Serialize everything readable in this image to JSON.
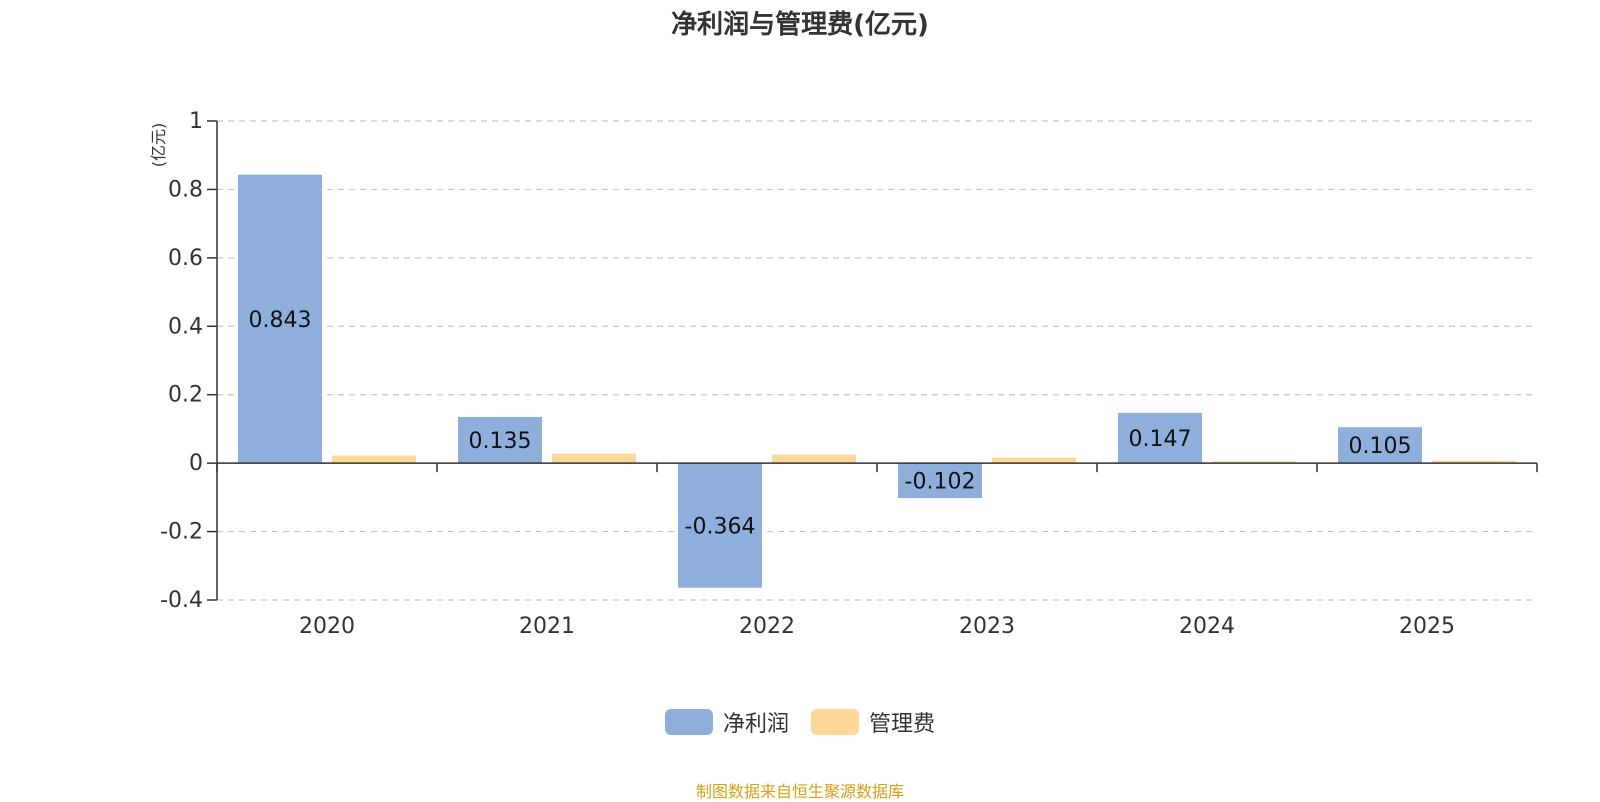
{
  "chart_data": {
    "type": "bar",
    "title": "净利润与管理费(亿元)",
    "ylabel": "(亿元)",
    "xlabel": "",
    "categories": [
      "2020",
      "2021",
      "2022",
      "2023",
      "2024",
      "2025"
    ],
    "series": [
      {
        "name": "净利润",
        "values": [
          0.843,
          0.135,
          -0.364,
          -0.102,
          0.147,
          0.105
        ],
        "labels": [
          "0.843",
          "0.135",
          "-0.364",
          "-0.102",
          "0.147",
          "0.105"
        ],
        "color": "#8eaedc"
      },
      {
        "name": "管理费",
        "values": [
          0.022,
          0.028,
          0.025,
          0.016,
          0.006,
          0.007
        ],
        "color": "#fdd898"
      }
    ],
    "ylim": [
      -0.4,
      1
    ],
    "yticks": [
      1,
      0.8,
      0.6,
      0.4,
      0.2,
      0,
      -0.2,
      -0.4
    ],
    "ytick_labels": [
      "1",
      "0.8",
      "0.6",
      "0.4",
      "0.2",
      "0",
      "-0.2",
      "-0.4"
    ],
    "grid": true,
    "legend_position": "bottom-center",
    "ylabel_color": "#e8261c"
  },
  "source_note": "制图数据来自恒生聚源数据库",
  "source_note_color": "#d4a017"
}
